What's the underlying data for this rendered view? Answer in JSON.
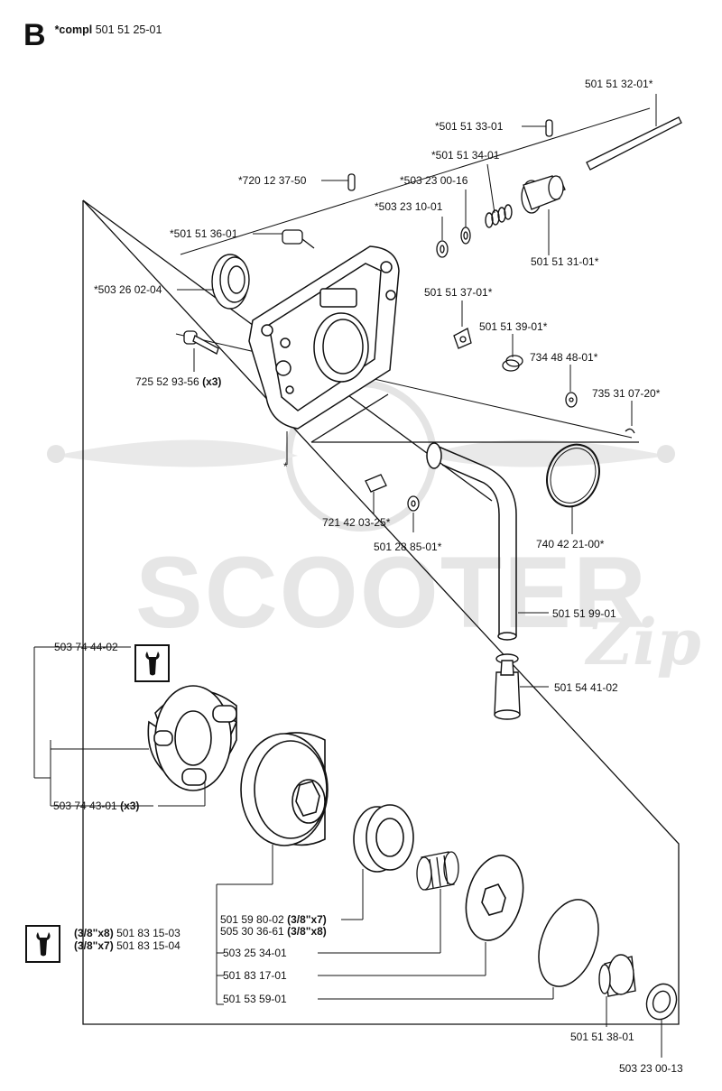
{
  "header": {
    "section": "B",
    "compl_prefix": "*compl",
    "compl_number": "501 51 25-01"
  },
  "watermark": {
    "main": "SCOOTER",
    "script": "Zip"
  },
  "icons": {
    "tool": "wrench-icon"
  },
  "labels": {
    "p501513201": "501 51 32-01*",
    "p501513301": "*501 51 33-01",
    "p501513401": "*501 51 34-01",
    "p720123750": "*720 12 37-50",
    "p503230016": "*503 23 00-16",
    "p503231001": "*503 23 10-01",
    "p501513601": "*501 51 36-01",
    "p501513101": "501 51 31-01*",
    "p503260204": "*503 26 02-04",
    "p501513701": "501 51 37-01*",
    "p501513901": "501 51 39-01*",
    "p734484801": "734 48 48-01*",
    "p725529356": "725 52 93-56",
    "p725529356_qty": "(x3)",
    "p735310720": "735 31 07-20*",
    "p721420325": "721 42 03-25*",
    "p501288501": "501 28 85-01*",
    "p740422100": "740 42 21-00*",
    "p501519901": "501 51 99-01",
    "p501544102": "501 54 41-02",
    "p503744402": "503 74 44-02",
    "p503744301": "503 74 43-01",
    "p503744301_qty": "(x3)",
    "p501598002": "501 59 80-02",
    "p501598002_qty": "(3/8\"x7)",
    "p505303661": "505 30 36-61",
    "p505303661_qty": "(3/8\"x8)",
    "tool_x8_qty": "(3/8\"x8)",
    "tool_x8_num": "501 83 15-03",
    "tool_x7_qty": "(3/8\"x7)",
    "tool_x7_num": "501 83 15-04",
    "p503253401": "503 25 34-01",
    "p501831701": "501 83 17-01",
    "p501535901": "501 53 59-01",
    "p501513801": "501 51 38-01",
    "p503230013": "503 23 00-13",
    "dot_marker": "*"
  }
}
